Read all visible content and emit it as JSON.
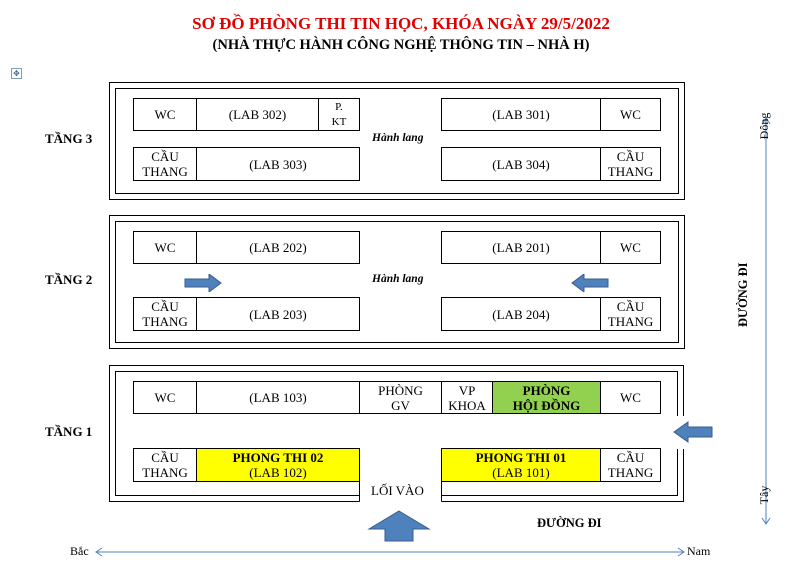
{
  "title": "SƠ ĐỒ PHÒNG THI TIN HỌC, KHÓA NGÀY 29/5/2022",
  "subtitle": "(NHÀ THỰC HÀNH CÔNG NGHỆ THÔNG TIN – NHÀ H)",
  "floors": {
    "f3": {
      "label": "TẦNG 3",
      "hall": "Hành lang",
      "wc_left": "WC",
      "lab302": "(LAB 302)",
      "pkt": "P.\nKT",
      "lab301": "(LAB 301)",
      "wc_right": "WC",
      "stairs_left": "CẦU\nTHANG",
      "lab303": "(LAB 303)",
      "lab304": "(LAB 304)",
      "stairs_right": "CẦU\nTHANG"
    },
    "f2": {
      "label": "TẦNG 2",
      "hall": "Hành lang",
      "wc_left": "WC",
      "lab202": "(LAB 202)",
      "lab201": "(LAB 201)",
      "wc_right": "WC",
      "stairs_left": "CẦU\nTHANG",
      "lab203": "(LAB 203)",
      "lab204": "(LAB 204)",
      "stairs_right": "CẦU\nTHANG"
    },
    "f1": {
      "label": "TẦNG 1",
      "wc_left": "WC",
      "lab103": "(LAB 103)",
      "phong_gv": "PHÒNG\nGV",
      "vp_khoa": "VP\nKHOA",
      "hoi_dong": "PHÒNG\nHỘI ĐỒNG",
      "wc_right": "WC",
      "stairs_left": "CẦU\nTHANG",
      "exam2_title": "PHONG THI 02",
      "exam2_lab": "(LAB 102)",
      "exam1_title": "PHONG THI 01",
      "exam1_lab": "(LAB 101)",
      "stairs_right": "CẦU\nTHANG",
      "entrance": "LỐI VÀO"
    }
  },
  "road_vertical": "ĐƯỜNG ĐI",
  "road_bottom": "ĐƯỜNG ĐI",
  "compass": {
    "north": "Bắc",
    "south": "Nam",
    "east": "Đông",
    "west": "Tây"
  },
  "colors": {
    "title": "#e00000",
    "exam_room": "#ffff00",
    "council_room": "#92d050",
    "arrow": "#4f81bd",
    "axis": "#4f81bd"
  }
}
